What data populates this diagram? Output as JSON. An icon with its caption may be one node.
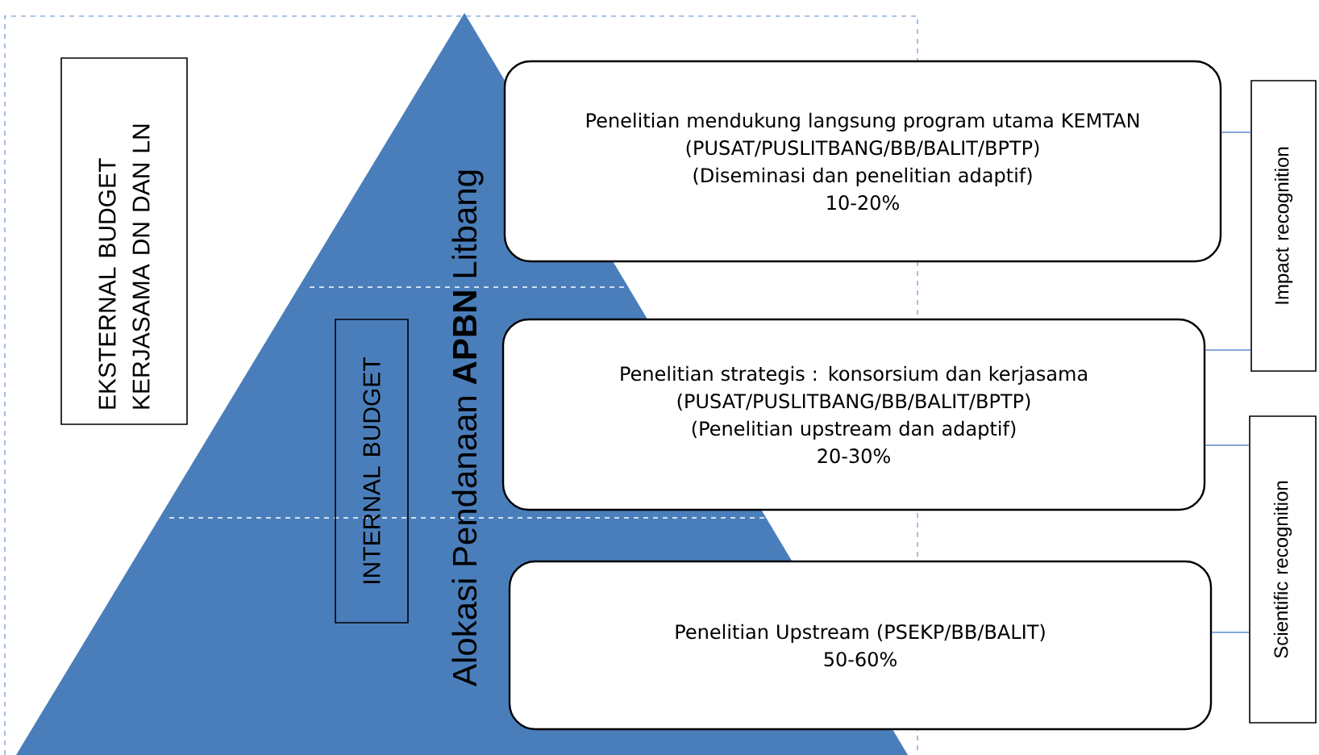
{
  "diagram": {
    "nodes": [
      {
        "text": [
          "EKSTERNAL BUDGET KERJASAMA DN DAN LN"
        ]
      },
      {
        "text": [
          "INTERNAL BUDGET"
        ]
      },
      {
        "text": [
          "Penelitian mendukung langsung program utama KEMTAN",
          "(PUSAT/PUSLITBANG/BB/BALIT/BPTP)",
          "(Diseminasi dan penelitian adaptif)",
          "10-20%"
        ]
      },
      {
        "text": [
          "Penelitian strategis : konsorsium dan kerjasama",
          "(PUSAT/PUSLITBANG/BB/BALIT/BPTP)",
          "(Penelitian upstream dan adaptif)",
          "20-30%"
        ]
      },
      {
        "text": [
          "Penelitian Upstream (PSEKP/BB/BALIT)",
          "50-60%"
        ]
      },
      {
        "text": [
          "Impact recognition"
        ]
      },
      {
        "text": [
          "Scientific recognition"
        ]
      }
    ],
    "edges": [
      {
        "from": 2,
        "to": 5,
        "arrow": "none"
      },
      {
        "from": 3,
        "to": 5,
        "arrow": "none"
      },
      {
        "from": 3,
        "to": 6,
        "arrow": "none"
      },
      {
        "from": 4,
        "to": 6,
        "arrow": "none"
      }
    ],
    "labels": [
      "Alokasi Pendanaan **APBN** Litbang"
    ]
  }
}
